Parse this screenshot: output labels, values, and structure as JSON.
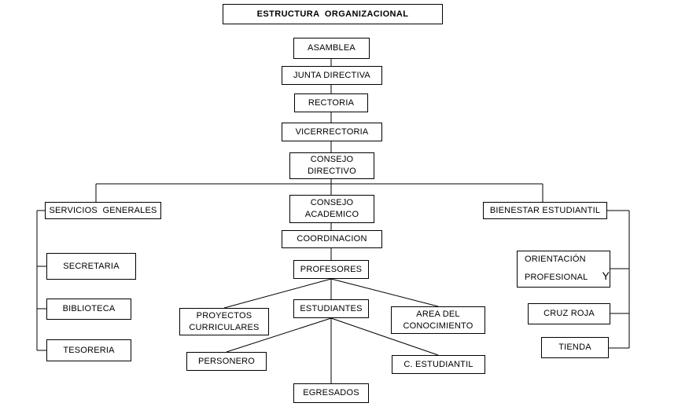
{
  "title": "ESTRUCTURA  ORGANIZACIONAL",
  "nodes": {
    "asamblea": {
      "l1": "ASAMBLEA"
    },
    "junta_directiva": {
      "l1": "JUNTA DIRECTIVA"
    },
    "rectoria": {
      "l1": "RECTORIA"
    },
    "vicerrectoria": {
      "l1": "VICERRECTORIA"
    },
    "consejo_directivo": {
      "l1": "CONSEJO",
      "l2": "DIRECTIVO"
    },
    "consejo_academico": {
      "l1": "CONSEJO",
      "l2": "ACADEMICO"
    },
    "coordinacion": {
      "l1": "COORDINACION"
    },
    "profesores": {
      "l1": "PROFESORES"
    },
    "estudiantes": {
      "l1": "ESTUDIANTES"
    },
    "proyectos_curriculares": {
      "l1": "PROYECTOS",
      "l2": "CURRICULARES"
    },
    "area_conocimiento": {
      "l1": "AREA DEL",
      "l2": "CONOCIMIENTO"
    },
    "personero": {
      "l1": "PERSONERO"
    },
    "egresados": {
      "l1": "EGRESADOS"
    },
    "c_estudiantil": {
      "l1": "C. ESTUDIANTIL"
    },
    "servicios_generales": {
      "l1": "SERVICIOS  GENERALES"
    },
    "secretaria": {
      "l1": "SECRETARIA"
    },
    "biblioteca": {
      "l1": "BIBLIOTECA"
    },
    "tesoreria": {
      "l1": "TESORERIA"
    },
    "bienestar_estudiantil": {
      "l1": "BIENESTAR ESTUDIANTIL"
    },
    "orientacion": {
      "l1": "ORIENTACIÓN",
      "l2": "PROFESIONAL",
      "l2b": "Y"
    },
    "cruz_roja": {
      "l1": "CRUZ ROJA"
    },
    "tienda": {
      "l1": "TIENDA"
    }
  },
  "edges": [
    [
      "asamblea",
      "junta_directiva"
    ],
    [
      "junta_directiva",
      "rectoria"
    ],
    [
      "rectoria",
      "vicerrectoria"
    ],
    [
      "vicerrectoria",
      "consejo_directivo"
    ],
    [
      "consejo_directivo",
      "servicios_generales"
    ],
    [
      "consejo_directivo",
      "consejo_academico"
    ],
    [
      "consejo_directivo",
      "bienestar_estudiantil"
    ],
    [
      "consejo_academico",
      "coordinacion"
    ],
    [
      "coordinacion",
      "profesores"
    ],
    [
      "profesores",
      "proyectos_curriculares"
    ],
    [
      "profesores",
      "estudiantes"
    ],
    [
      "profesores",
      "area_conocimiento"
    ],
    [
      "estudiantes",
      "personero"
    ],
    [
      "estudiantes",
      "egresados"
    ],
    [
      "estudiantes",
      "c_estudiantil"
    ],
    [
      "servicios_generales",
      "secretaria"
    ],
    [
      "servicios_generales",
      "biblioteca"
    ],
    [
      "servicios_generales",
      "tesoreria"
    ],
    [
      "bienestar_estudiantil",
      "orientacion"
    ],
    [
      "bienestar_estudiantil",
      "cruz_roja"
    ],
    [
      "bienestar_estudiantil",
      "tienda"
    ]
  ],
  "colors": {
    "background": "#ffffff",
    "box_fill": "#ffffff",
    "box_border": "#000000",
    "line": "#000000",
    "text": "#000000"
  }
}
